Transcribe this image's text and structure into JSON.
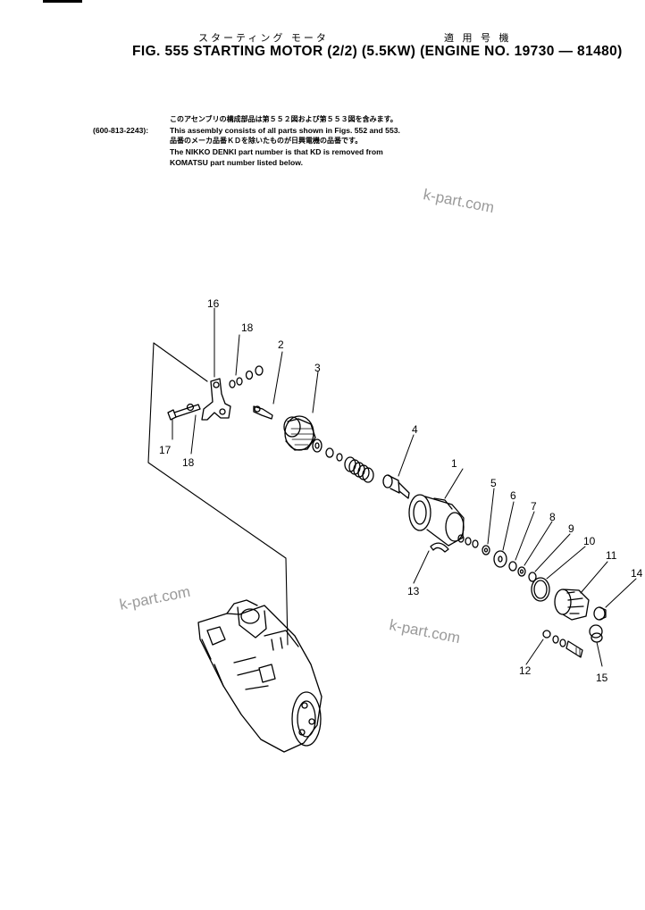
{
  "header": {
    "jp_title": "スターティング モータ",
    "jp_applicable": "適 用 号 機",
    "title": "FIG. 555  STARTING MOTOR (2/2) (5.5KW) (ENGINE NO. 19730 — 81480)"
  },
  "notes": {
    "line1_jp": "このアセンブリの構成部品は第５５２図および第５５３図を含みます。",
    "part_number": "(600-813-2243):",
    "line2": "This assembly consists of all parts shown in Figs. 552 and 553.",
    "line3_jp": "品番のメーカ品番ＫＤを除いたものが日興電機の品番です。",
    "line4": "The NIKKO DENKI part number is that KD is removed from",
    "line5": "KOMATSU part number listed below."
  },
  "watermarks": [
    "k-part.com",
    "k-part.com",
    "k-part.com"
  ],
  "callouts": [
    "1",
    "2",
    "3",
    "4",
    "5",
    "6",
    "7",
    "8",
    "9",
    "10",
    "11",
    "12",
    "13",
    "14",
    "15",
    "16",
    "17",
    "18",
    "18"
  ]
}
